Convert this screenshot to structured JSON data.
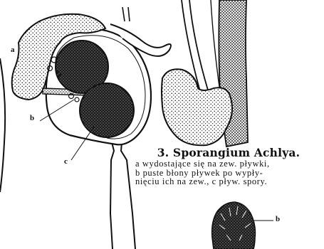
{
  "caption": {
    "title": "3. Sporangium Achlya.",
    "line1": "a wydostające się na zew. pływki,",
    "line2": "b puste błony pływek po wypły-",
    "line3": "nięciu ich na zew., c pływ. spory."
  },
  "labels": {
    "a": "a",
    "b": "b",
    "c": "c",
    "b2": "b"
  },
  "colors": {
    "ink": "#111111",
    "paper": "#ffffff"
  }
}
